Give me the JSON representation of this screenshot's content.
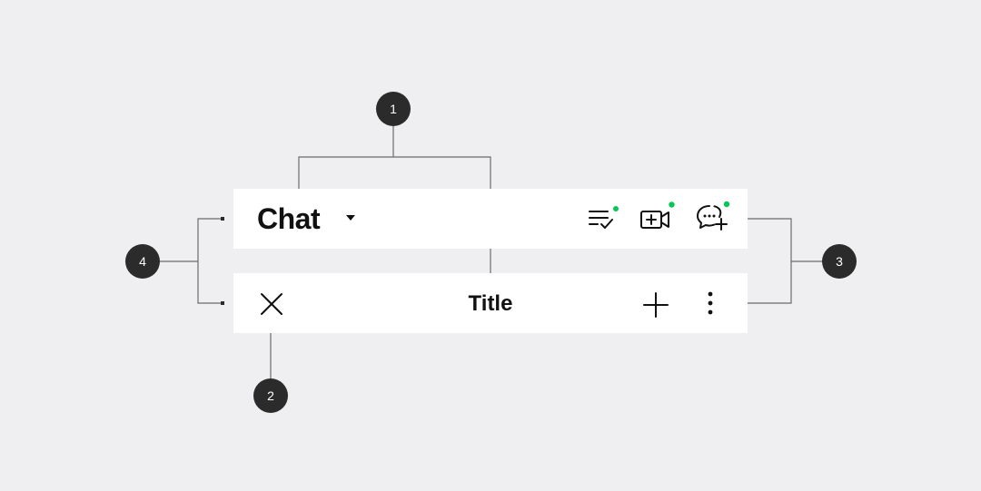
{
  "header": {
    "title": "Chat",
    "icons": [
      "task-list-icon",
      "video-call-add-icon",
      "new-chat-icon"
    ],
    "notification_dot_color": "#06c755"
  },
  "subheader": {
    "title": "Title",
    "icons": [
      "close-icon",
      "plus-icon",
      "more-vertical-icon"
    ]
  },
  "callouts": [
    "1",
    "2",
    "3",
    "4"
  ]
}
